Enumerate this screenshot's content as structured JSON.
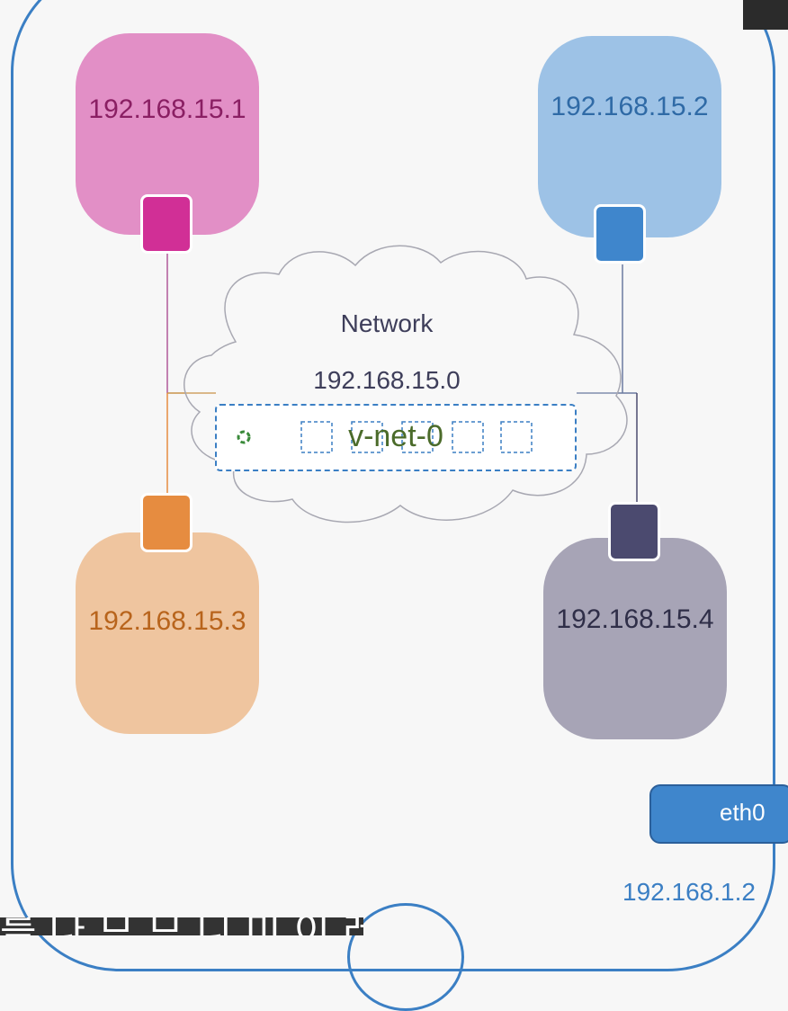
{
  "namespaces": [
    {
      "label": "192.168.15.1",
      "color": "#e28fc6",
      "text_color": "#8a1f63",
      "port_color": "#d12f96"
    },
    {
      "label": "192.168.15.2",
      "color": "#9dc2e6",
      "text_color": "#2f6aa6",
      "port_color": "#3f86cc"
    },
    {
      "label": "192.168.15.3",
      "color": "#efc59f",
      "text_color": "#b8641c",
      "port_color": "#e68c40"
    },
    {
      "label": "192.168.15.4",
      "color": "#a7a4b6",
      "text_color": "#2f2e48",
      "port_color": "#4b4a6f"
    }
  ],
  "network": {
    "title": "Network",
    "subnet": "192.168.15.0",
    "bridge_label": "v-net-0"
  },
  "host": {
    "interface_label": "eth0",
    "ip": "192.168.1.2"
  },
  "caption": "를 나 므 므 니 미 이 레 음",
  "colors": {
    "frame": "#3b7fc4",
    "bridge_border": "#3b7fc4",
    "bridge_text": "#4b6b2a"
  }
}
